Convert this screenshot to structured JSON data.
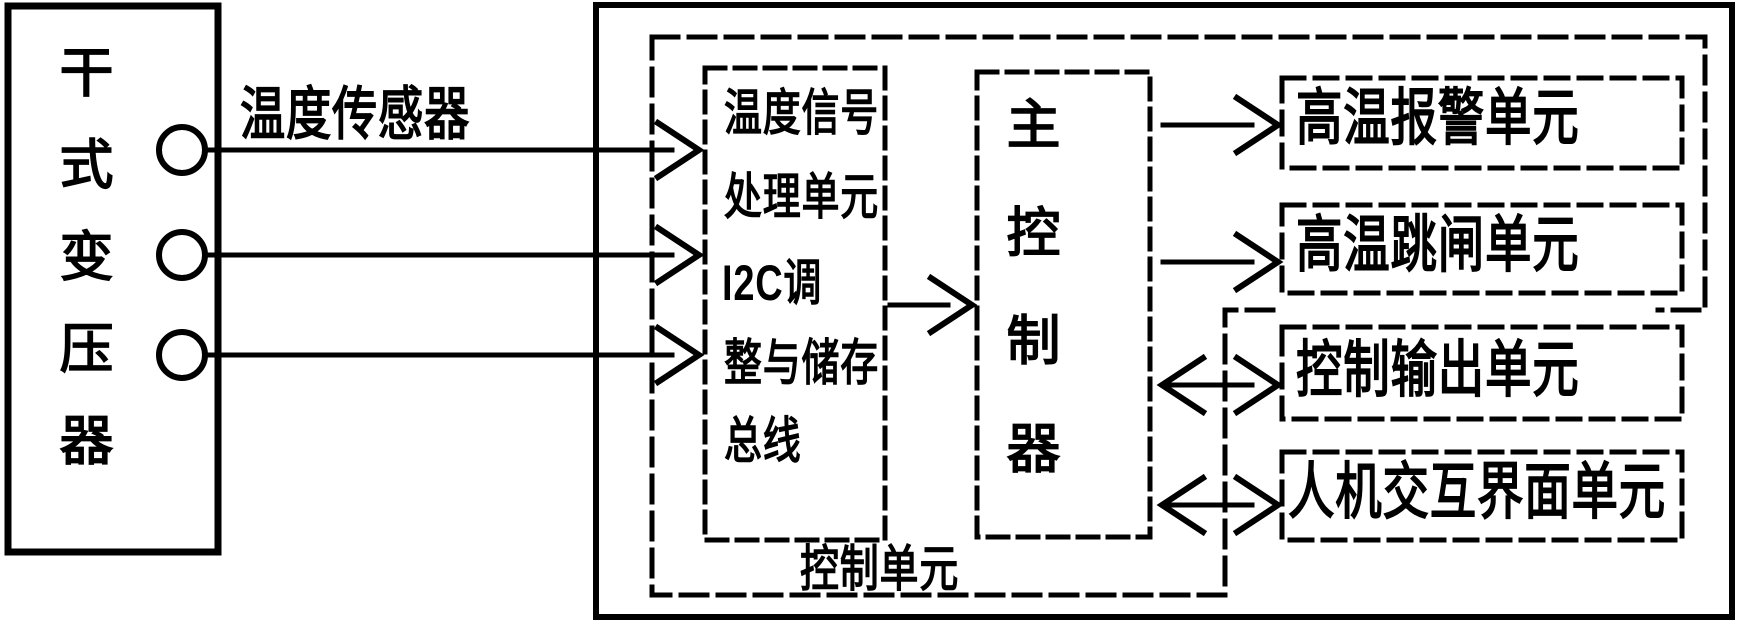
{
  "diagram": {
    "title_hint": "干式变压器温度控制系统框图",
    "colors": {
      "ink": "#000000",
      "paper": "#ffffff"
    },
    "transformer_box": {
      "label": "干式变压器"
    },
    "sensor_label": "温度传感器",
    "sensor_terminal_count": "3",
    "signal_box": {
      "lines": [
        "温度信号",
        "处理单元",
        "I2C调",
        "整与储存",
        "总线"
      ],
      "full_text": "温度信号处理单元 I2C调整与储存总线"
    },
    "main_controller": {
      "label": "主控制器"
    },
    "control_unit": {
      "label": "控制单元"
    },
    "units": [
      {
        "label": "高温报警单元",
        "connection": "one-way-output"
      },
      {
        "label": "高温跳闸单元",
        "connection": "one-way-output"
      },
      {
        "label": "控制输出单元",
        "connection": "bidirectional"
      },
      {
        "label": "人机交互界面单元",
        "connection": "bidirectional"
      }
    ]
  }
}
